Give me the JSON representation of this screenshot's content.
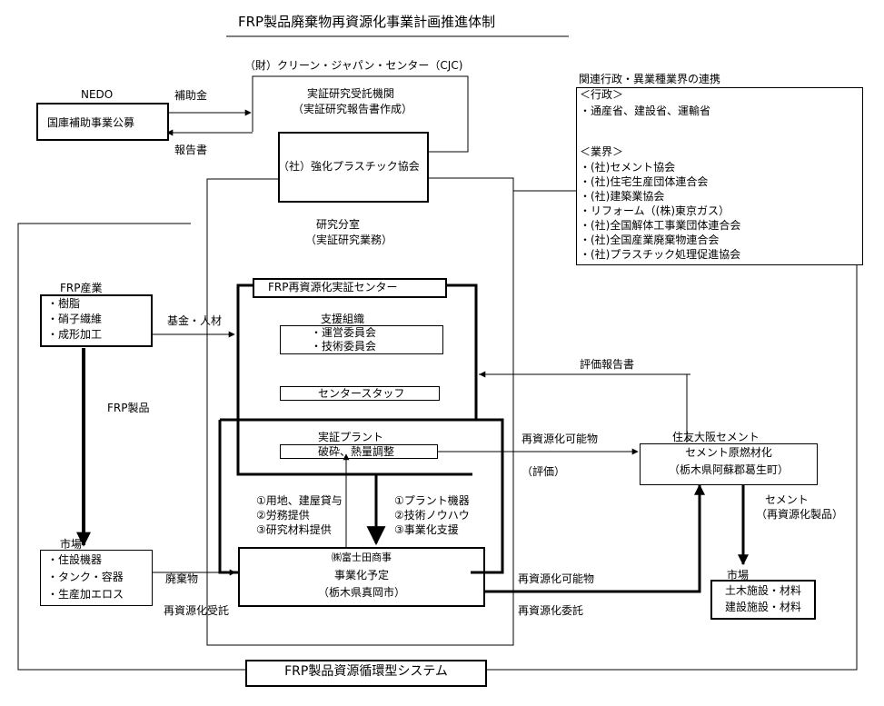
{
  "title": "FRP製品廃棄物再資源化事業計画推進体制",
  "nedo": {
    "label": "NEDO",
    "box": "国庫補助事業公募"
  },
  "arrows": {
    "subsidy": "補助金",
    "report": "報告書"
  },
  "cjc": {
    "org": "（財）クリーン・ジャパン・センター（CJC)",
    "role1": "実証研究受託機関",
    "role2": "（実証研究報告書作成）",
    "assoc": "（社）強化プラスチック協会"
  },
  "branch": {
    "line1": "研究分室",
    "line2": "（実証研究業務）"
  },
  "related": {
    "title": "関連行政・異業種業界の連携",
    "gov_head": "＜行政＞",
    "gov": "・通産省、建設省、運輸省",
    "ind_head": "＜業界＞",
    "items": [
      "・(社)セメント協会",
      "・(社)住宅生産団体連合会",
      "・(社)建築業協会",
      "・リフォーム（(株)東京ガス）",
      "・(社)全国解体工事業団体連合会",
      "・(社)全国産業廃棄物連合会",
      "・(社)プラスチック処理促進協会"
    ]
  },
  "industry": {
    "label": "FRP産業",
    "items": [
      "・樹脂",
      "・硝子繊維",
      "・成形加工"
    ]
  },
  "fund": "基金・人材",
  "frp_products": "FRP製品",
  "center": {
    "title": "FRP再資源化実証センター",
    "support_title": "支援組織",
    "support_items": [
      "・運営委員会",
      "・技術委員会"
    ],
    "staff": "センタースタッフ",
    "plant_title": "実証プラント",
    "plant_box": "破砕、熱量調整"
  },
  "eval_report": "評価報告書",
  "recyclable_top": "再資源化可能物",
  "evaluation": "（評価）",
  "sumitomo": {
    "label": "住友大阪セメント",
    "line1": "セメント原燃材化",
    "line2": "（栃木県阿蘇郡葛生町）"
  },
  "left_support": [
    "①用地、建屋貸与",
    "②労務提供",
    "③研究材料提供"
  ],
  "right_support": [
    "①プラント機器",
    "②技術ノウハウ",
    "③事業化支援"
  ],
  "cement": {
    "line1": "セメント",
    "line2": "（再資源化製品）"
  },
  "market_left": {
    "label": "市場",
    "items": [
      "・住設機器",
      "・タンク・容器",
      "・生産加エロス"
    ]
  },
  "waste": "廃棄物",
  "recycle_consign_left": "再資源化受託",
  "fujita": {
    "line1": "㈱富士田商事",
    "line2": "事業化予定",
    "line3": "（栃木県真岡市）"
  },
  "recyclable_bottom": "再資源化可能物",
  "recycle_consign_right": "再資源化委託",
  "market_right": {
    "label": "市場",
    "line1": "土木施設・材料",
    "line2": "建設施設・材料"
  },
  "system": "FRP製品資源循環型システム"
}
